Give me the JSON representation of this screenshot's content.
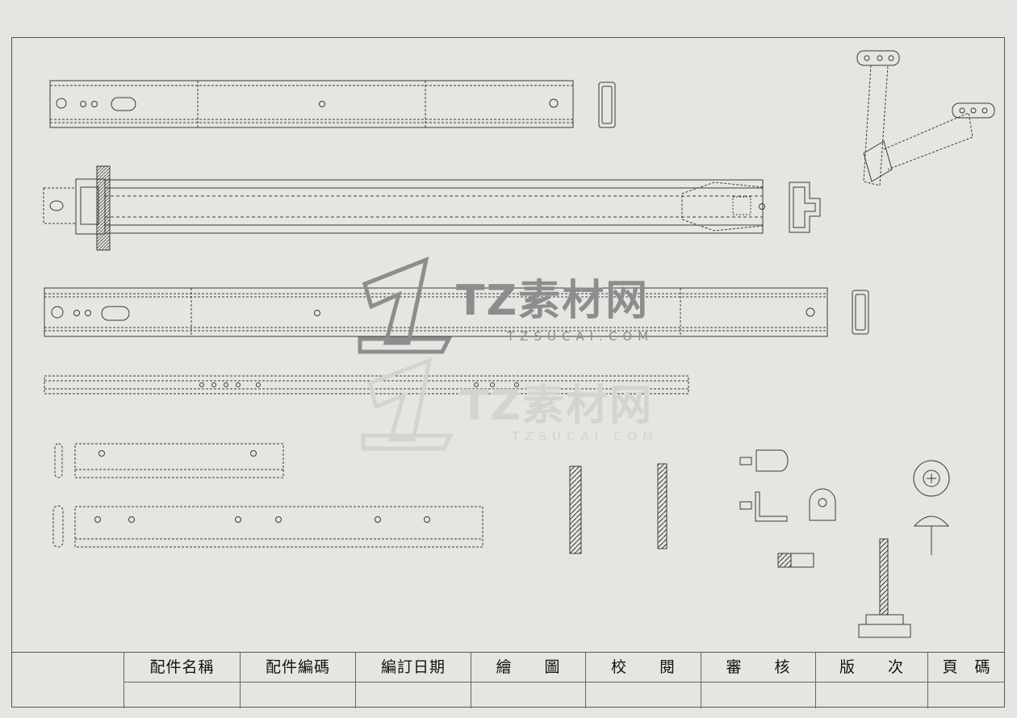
{
  "watermark": {
    "brand": "TZ素材网",
    "site": "TZSUCAI.COM",
    "logo_icon": "tz-logo-icon"
  },
  "title_block": {
    "columns": [
      {
        "label": "配件名稱"
      },
      {
        "label": "配件編碼"
      },
      {
        "label": "編訂日期"
      },
      {
        "label": "繪　　圖"
      },
      {
        "label": "校　　閱"
      },
      {
        "label": "審　　核"
      },
      {
        "label": "版　　次"
      },
      {
        "label": "頁　碼"
      }
    ]
  },
  "colors": {
    "paper": "#e6e5e1",
    "line": "#3a3a3a",
    "watermark": "#8d8d8d"
  }
}
